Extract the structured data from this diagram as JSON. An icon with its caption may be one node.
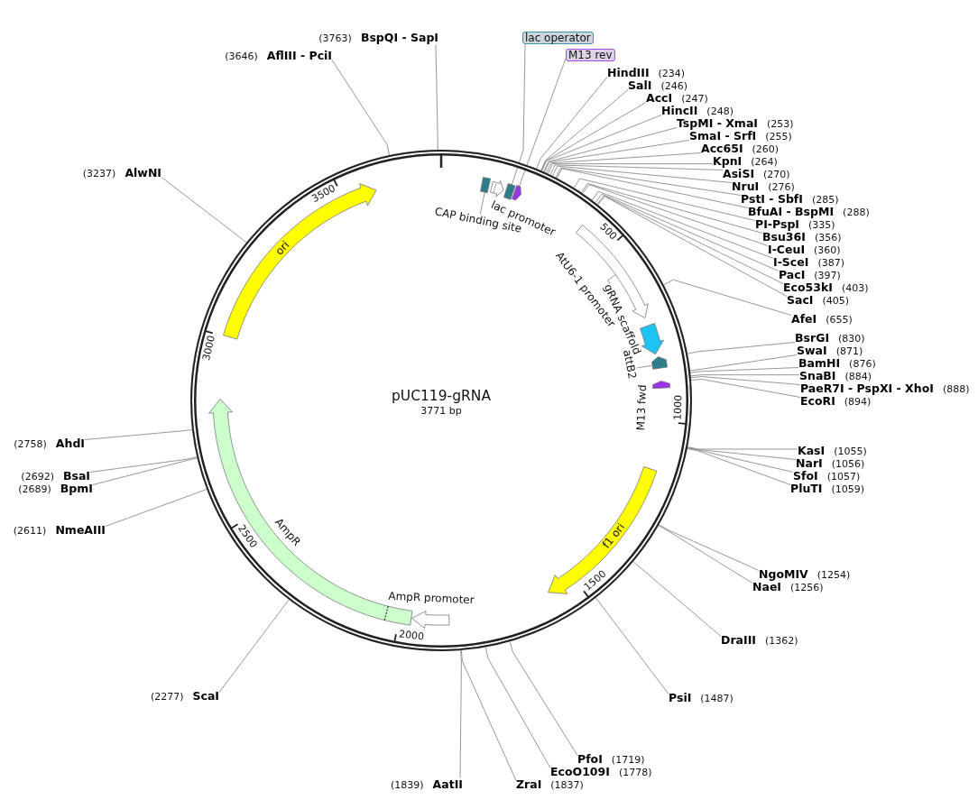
{
  "diagram": {
    "nodes": [
      {
        "text": [
          "pUC119-gRNA",
          "3771 bp"
        ]
      },
      {
        "text": [],
        "shape": "box",
        "in": 0
      },
      {
        "text": [
          "lac promoter"
        ],
        "in": 0
      },
      {
        "text": [],
        "shape": "box",
        "in": 0
      },
      {
        "text": [],
        "shape": "arrow",
        "in": 0
      },
      {
        "text": [
          "AtU6-1 promoter"
        ],
        "in": 0
      },
      {
        "text": [],
        "shape": "arrow",
        "in": 0
      },
      {
        "text": [],
        "shape": "arrow",
        "in": 0
      },
      {
        "text": [
          "M13 fwd"
        ],
        "in": 0
      },
      {
        "text": [
          "f1 ori"
        ],
        "in": 0
      },
      {
        "text": [
          "AmpR promoter"
        ],
        "in": 0
      },
      {
        "text": [
          "AmpR"
        ],
        "in": 0
      },
      {
        "text": [
          "ori"
        ],
        "in": 0
      },
      {
        "text": [
          "CAP binding site"
        ],
        "in": 0
      },
      {
        "text": [
          "gRNA scaffold"
        ],
        "in": 0
      },
      {
        "text": [
          "attB2"
        ],
        "in": 0
      },
      {
        "text": [
          "lac operator"
        ]
      },
      {
        "text": [
          "M13 rev"
        ]
      },
      {
        "text": [
          "HindIII",
          "(234)"
        ]
      },
      {
        "text": [
          "SalI",
          "(246)"
        ]
      },
      {
        "text": [
          "AccI",
          "(247)"
        ]
      },
      {
        "text": [
          "HincII",
          "(248)"
        ]
      },
      {
        "text": [
          "TspMI - XmaI",
          "(253)"
        ]
      },
      {
        "text": [
          "SmaI - SrfI",
          "(255)"
        ]
      },
      {
        "text": [
          "Acc65I",
          "(260)"
        ]
      },
      {
        "text": [
          "KpnI",
          "(264)"
        ]
      },
      {
        "text": [
          "AsiSI",
          "(270)"
        ]
      },
      {
        "text": [
          "NruI",
          "(276)"
        ]
      },
      {
        "text": [
          "PstI - SbfI",
          "(285)"
        ]
      },
      {
        "text": [
          "BfuAI - BspMI",
          "(288)"
        ]
      },
      {
        "text": [
          "PI-PspI",
          "(335)"
        ]
      },
      {
        "text": [
          "Bsu36I",
          "(356)"
        ]
      },
      {
        "text": [
          "I-CeuI",
          "(360)"
        ]
      },
      {
        "text": [
          "I-SceI",
          "(387)"
        ]
      },
      {
        "text": [
          "PacI",
          "(397)"
        ]
      },
      {
        "text": [
          "Eco53kI",
          "(403)"
        ]
      },
      {
        "text": [
          "SacI",
          "(405)"
        ]
      },
      {
        "text": [
          "AfeI",
          "(655)"
        ]
      },
      {
        "text": [
          "BsrGI",
          "(830)"
        ]
      },
      {
        "text": [
          "SwaI",
          "(871)"
        ]
      },
      {
        "text": [
          "BamHI",
          "(876)"
        ]
      },
      {
        "text": [
          "SnaBI",
          "(884)"
        ]
      },
      {
        "text": [
          "PaeR7I - PspXI - XhoI",
          "(888)"
        ]
      },
      {
        "text": [
          "EcoRI",
          "(894)"
        ]
      },
      {
        "text": [
          "KasI",
          "(1055)"
        ]
      },
      {
        "text": [
          "NarI",
          "(1056)"
        ]
      },
      {
        "text": [
          "SfoI",
          "(1057)"
        ]
      },
      {
        "text": [
          "PluTI",
          "(1059)"
        ]
      },
      {
        "text": [
          "NgoMIV",
          "(1254)"
        ]
      },
      {
        "text": [
          "NaeI",
          "(1256)"
        ]
      },
      {
        "text": [
          "DraIII",
          "(1362)"
        ]
      },
      {
        "text": [
          "PsiI",
          "(1487)"
        ]
      },
      {
        "text": [
          "PfoI",
          "(1719)"
        ]
      },
      {
        "text": [
          "EcoO109I",
          "(1778)"
        ]
      },
      {
        "text": [
          "ZraI",
          "(1837)"
        ]
      },
      {
        "text": [
          "(1839)",
          "AatII"
        ]
      },
      {
        "text": [
          "(2277)",
          "ScaI"
        ]
      },
      {
        "text": [
          "(2611)",
          "NmeAIII"
        ]
      },
      {
        "text": [
          "(2689)",
          "BpmI"
        ]
      },
      {
        "text": [
          "(2692)",
          "BsaI"
        ]
      },
      {
        "text": [
          "(2758)",
          "AhdI"
        ]
      },
      {
        "text": [
          "(3237)",
          "AlwNI"
        ]
      },
      {
        "text": [
          "(3646)",
          "AflIII - PciI"
        ]
      },
      {
        "text": [
          "(3763)",
          "BspQI - SapI"
        ]
      }
    ],
    "edges": [
      {
        "from": 16,
        "to": 3,
        "arrow": "none"
      },
      {
        "from": 17,
        "to": 4,
        "arrow": "none"
      },
      {
        "from": 13,
        "to": 1,
        "arrow": "none"
      },
      {
        "from": 14,
        "to": 5,
        "arrow": "none"
      },
      {
        "from": 15,
        "to": 7,
        "arrow": "none"
      },
      {
        "from": 18,
        "to": 0,
        "arrow": "none"
      },
      {
        "from": 19,
        "to": 0,
        "arrow": "none"
      },
      {
        "from": 20,
        "to": 0,
        "arrow": "none"
      },
      {
        "from": 21,
        "to": 0,
        "arrow": "none"
      },
      {
        "from": 22,
        "to": 0,
        "arrow": "none"
      },
      {
        "from": 23,
        "to": 0,
        "arrow": "none"
      },
      {
        "from": 24,
        "to": 0,
        "arrow": "none"
      },
      {
        "from": 25,
        "to": 0,
        "arrow": "none"
      },
      {
        "from": 26,
        "to": 0,
        "arrow": "none"
      },
      {
        "from": 27,
        "to": 0,
        "arrow": "none"
      },
      {
        "from": 28,
        "to": 0,
        "arrow": "none"
      },
      {
        "from": 29,
        "to": 0,
        "arrow": "none"
      },
      {
        "from": 30,
        "to": 0,
        "arrow": "none"
      },
      {
        "from": 31,
        "to": 0,
        "arrow": "none"
      },
      {
        "from": 32,
        "to": 0,
        "arrow": "none"
      },
      {
        "from": 33,
        "to": 0,
        "arrow": "none"
      },
      {
        "from": 34,
        "to": 0,
        "arrow": "none"
      },
      {
        "from": 35,
        "to": 0,
        "arrow": "none"
      },
      {
        "from": 36,
        "to": 0,
        "arrow": "none"
      },
      {
        "from": 37,
        "to": 0,
        "arrow": "none"
      },
      {
        "from": 38,
        "to": 0,
        "arrow": "none"
      },
      {
        "from": 39,
        "to": 0,
        "arrow": "none"
      },
      {
        "from": 40,
        "to": 0,
        "arrow": "none"
      },
      {
        "from": 41,
        "to": 0,
        "arrow": "none"
      },
      {
        "from": 42,
        "to": 0,
        "arrow": "none"
      },
      {
        "from": 43,
        "to": 0,
        "arrow": "none"
      },
      {
        "from": 44,
        "to": 0,
        "arrow": "none"
      },
      {
        "from": 45,
        "to": 0,
        "arrow": "none"
      },
      {
        "from": 46,
        "to": 0,
        "arrow": "none"
      },
      {
        "from": 47,
        "to": 0,
        "arrow": "none"
      },
      {
        "from": 48,
        "to": 0,
        "arrow": "none"
      },
      {
        "from": 49,
        "to": 0,
        "arrow": "none"
      },
      {
        "from": 50,
        "to": 0,
        "arrow": "none"
      },
      {
        "from": 51,
        "to": 0,
        "arrow": "none"
      },
      {
        "from": 52,
        "to": 0,
        "arrow": "none"
      },
      {
        "from": 53,
        "to": 0,
        "arrow": "none"
      },
      {
        "from": 54,
        "to": 0,
        "arrow": "none"
      },
      {
        "from": 55,
        "to": 0,
        "arrow": "none"
      },
      {
        "from": 56,
        "to": 0,
        "arrow": "none"
      },
      {
        "from": 57,
        "to": 0,
        "arrow": "none"
      },
      {
        "from": 58,
        "to": 0,
        "arrow": "none"
      },
      {
        "from": 59,
        "to": 0,
        "arrow": "none"
      },
      {
        "from": 60,
        "to": 0,
        "arrow": "none"
      },
      {
        "from": 61,
        "to": 0,
        "arrow": "none"
      },
      {
        "from": 62,
        "to": 0,
        "arrow": "none"
      },
      {
        "from": 63,
        "to": 0,
        "arrow": "none"
      }
    ],
    "labels": [
      "500",
      "1000",
      "1500",
      "2000",
      "2500",
      "3000",
      "3500"
    ]
  }
}
